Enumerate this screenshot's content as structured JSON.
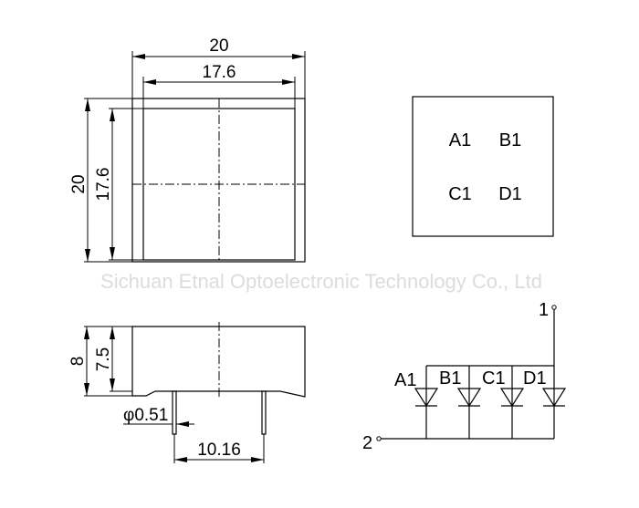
{
  "watermark": "Sichuan Etnal Optoelectronic Technology Co., Ltd",
  "top_view": {
    "width_outer": "20",
    "width_inner": "17.6",
    "height_outer": "20",
    "height_inner": "17.6"
  },
  "side_view": {
    "height_total": "8",
    "height_body": "7.5",
    "pin_diameter": "φ0.51",
    "pin_pitch": "10.16"
  },
  "segment_layout": {
    "labels": [
      "A1",
      "B1",
      "C1",
      "D1"
    ]
  },
  "schematic": {
    "pin_common": "1",
    "pin_other": "2",
    "diodes": [
      "A1",
      "B1",
      "C1",
      "D1"
    ]
  }
}
